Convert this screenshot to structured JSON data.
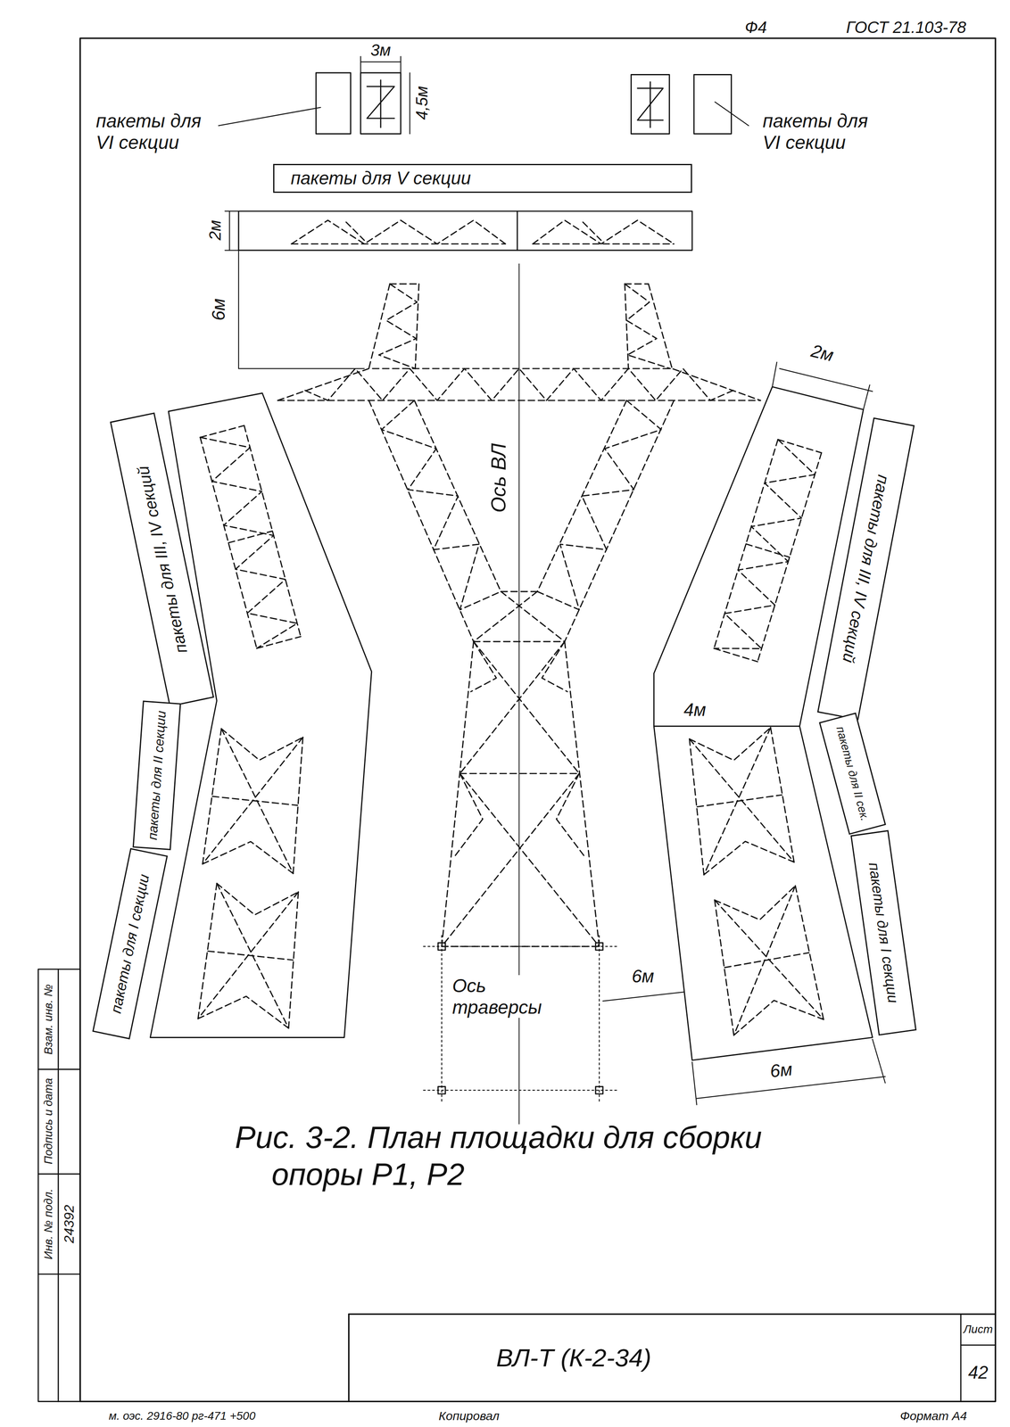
{
  "diagram": {
    "caption": "Рис. 3-2. План площадки для сборки опоры Р1, Р2",
    "nodes": [
      {
        "text": [
          "пакеты для V секции"
        ]
      },
      {
        "text": [
          "пакеты для III, IV секций"
        ]
      },
      {
        "text": [
          "пакеты для II секции"
        ]
      },
      {
        "text": [
          "пакеты для I секции"
        ]
      },
      {
        "text": [
          "пакеты для III, IV секций"
        ]
      },
      {
        "text": [
          "пакеты для II сек."
        ]
      },
      {
        "text": [
          "пакеты для I секции"
        ]
      }
    ],
    "labels": [
      "Ф4",
      "ГОСТ 21.103-78",
      "3м",
      "4,5м",
      "пакеты для VI секции",
      "пакеты для VI секции",
      "2м",
      "6м",
      "Ось ВЛ",
      "2м",
      "4м",
      "6м",
      "Ось траверсы",
      "6м",
      "Взам. инв. №",
      "Подпись и дата",
      "Инв. № подл.",
      "24392",
      "ВЛ-Т (К-2-34)",
      "Лист",
      "42",
      "м. оэс. 2916-80 рг-471 +500",
      "Копировал",
      "Формат А4"
    ]
  }
}
